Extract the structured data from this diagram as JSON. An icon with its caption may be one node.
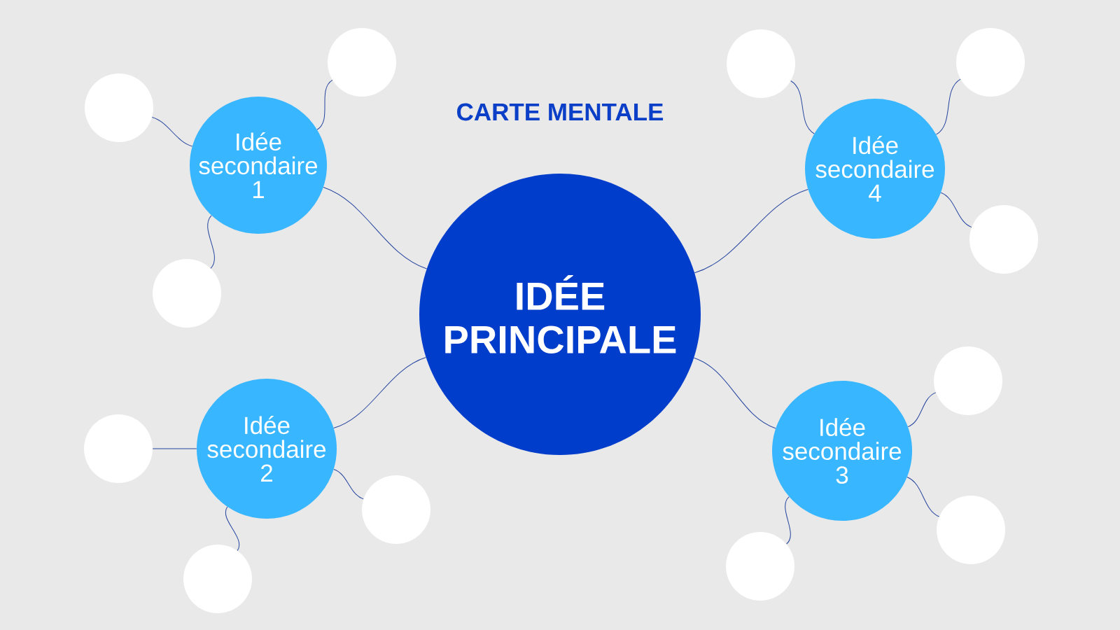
{
  "diagram": {
    "title": "CARTE MENTALE",
    "nodes": [
      {
        "text": [
          "IDÉE PRINCIPALE"
        ]
      },
      {
        "text": [
          "Idée secondaire 1"
        ]
      },
      {
        "text": [
          "Idée secondaire 2"
        ]
      },
      {
        "text": [
          "Idée secondaire 3"
        ]
      },
      {
        "text": [
          "Idée secondaire 4"
        ]
      },
      {
        "text": [],
        "shape": "circle"
      },
      {
        "text": [],
        "shape": "circle"
      },
      {
        "text": [],
        "shape": "circle"
      },
      {
        "text": [],
        "shape": "circle"
      },
      {
        "text": [],
        "shape": "circle"
      },
      {
        "text": [],
        "shape": "circle"
      },
      {
        "text": [],
        "shape": "circle"
      },
      {
        "text": [],
        "shape": "circle"
      },
      {
        "text": [],
        "shape": "circle"
      },
      {
        "text": [],
        "shape": "circle"
      },
      {
        "text": [],
        "shape": "circle"
      },
      {
        "text": [],
        "shape": "circle"
      }
    ],
    "edges": [
      {
        "from": 0,
        "to": 1,
        "arrow": "none"
      },
      {
        "from": 0,
        "to": 2,
        "arrow": "none"
      },
      {
        "from": 0,
        "to": 3,
        "arrow": "none"
      },
      {
        "from": 0,
        "to": 4,
        "arrow": "none"
      },
      {
        "from": 1,
        "to": 6,
        "arrow": "none"
      },
      {
        "from": 1,
        "to": 9,
        "arrow": "none"
      },
      {
        "from": 1,
        "to": 7,
        "arrow": "none"
      },
      {
        "from": 2,
        "to": 5,
        "arrow": "none"
      },
      {
        "from": 2,
        "to": 10,
        "arrow": "none"
      },
      {
        "from": 2,
        "to": 8,
        "arrow": "none"
      },
      {
        "from": 3,
        "to": 13,
        "arrow": "none"
      },
      {
        "from": 3,
        "to": 14,
        "arrow": "none"
      },
      {
        "from": 3,
        "to": 11,
        "arrow": "none"
      },
      {
        "from": 4,
        "to": 12,
        "arrow": "none"
      },
      {
        "from": 4,
        "to": 15,
        "arrow": "none"
      },
      {
        "from": 4,
        "to": 16,
        "arrow": "none"
      }
    ]
  }
}
